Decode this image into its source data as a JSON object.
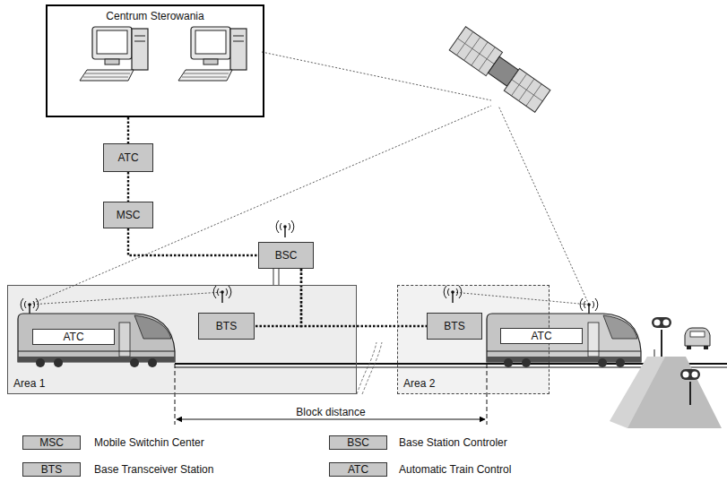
{
  "diagram": {
    "nodes": [
      {
        "text": [
          "Centrum Sterowania"
        ]
      },
      {
        "text": [
          "ATC"
        ]
      },
      {
        "text": [
          "MSC"
        ]
      },
      {
        "text": [
          "BSC"
        ]
      },
      {
        "text": [
          "Area 1"
        ]
      },
      {
        "text": [
          "ATC"
        ],
        "in": 4
      },
      {
        "text": [
          "BTS"
        ],
        "in": 4
      },
      {
        "text": [
          "Area 2"
        ]
      },
      {
        "text": [
          "BTS"
        ],
        "in": 7
      },
      {
        "text": [
          "ATC"
        ]
      }
    ],
    "edges": [
      {
        "from": 0,
        "to": 1,
        "arrow": "none"
      },
      {
        "from": 1,
        "to": 2,
        "arrow": "none"
      },
      {
        "from": 2,
        "to": 3,
        "arrow": "none"
      },
      {
        "from": 3,
        "to": 6,
        "arrow": "none"
      },
      {
        "from": 3,
        "to": 8,
        "arrow": "none"
      }
    ],
    "labels": [
      "Block distance",
      "MSC",
      "BSC",
      "BTS",
      "ATC"
    ],
    "legend": [
      {
        "text": "Mobile Switchin Center",
        "color": "#c8c8c8"
      },
      {
        "text": "Base Station Controler",
        "color": "#c8c8c8"
      },
      {
        "text": "Base Transceiver Station",
        "color": "#c8c8c8"
      },
      {
        "text": "Automatic Train Control",
        "color": "#c8c8c8"
      }
    ]
  }
}
